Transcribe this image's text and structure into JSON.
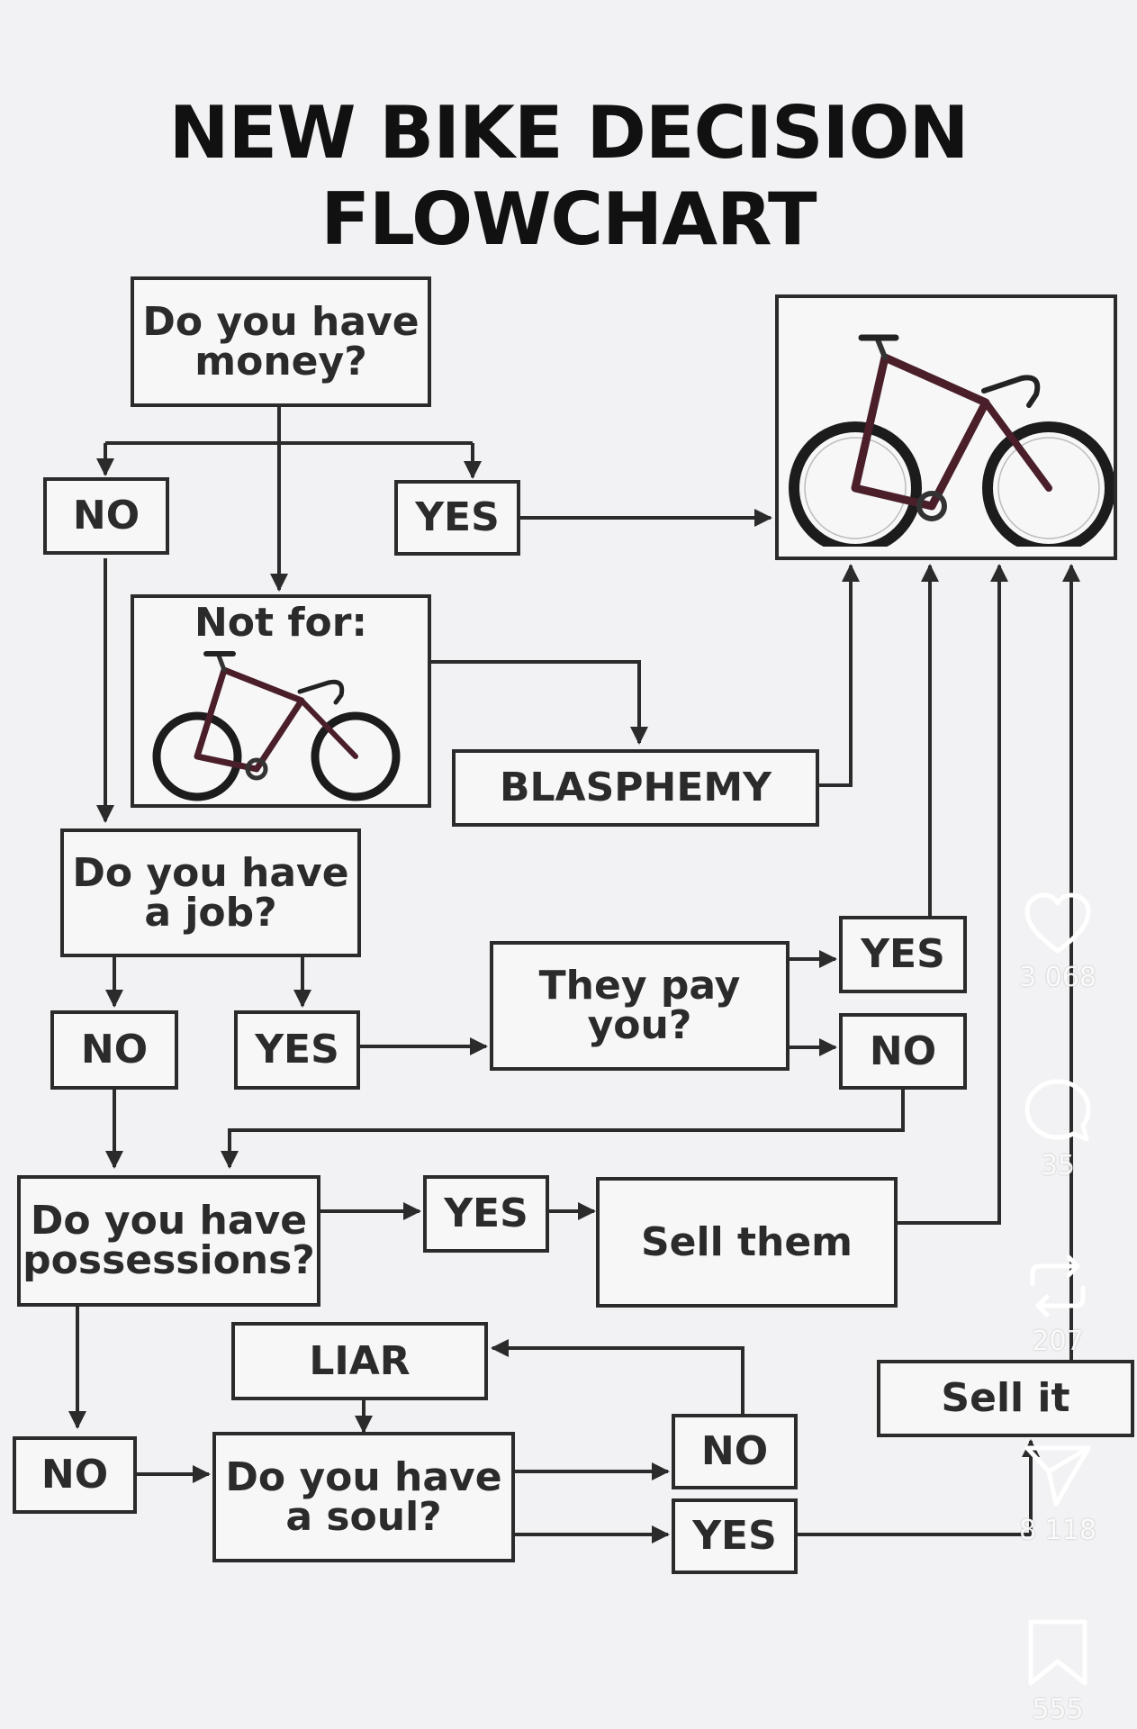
{
  "title": {
    "line1": "NEW BIKE DECISION",
    "line2": "FLOWCHART"
  },
  "nodes": {
    "money": {
      "line1": "Do you have",
      "line2": "money?"
    },
    "no1": "NO",
    "yes1": "YES",
    "not_for": "Not for:",
    "blasphemy": "BLASPHEMY",
    "job": {
      "line1": "Do you have",
      "line2": "a job?"
    },
    "no2": "NO",
    "yes2": "YES",
    "they_pay": {
      "line1": "They pay",
      "line2": "you?"
    },
    "yes3": "YES",
    "no3": "NO",
    "possessions": {
      "line1": "Do you have",
      "line2": "possessions?"
    },
    "yes4": "YES",
    "sell_them": "Sell them",
    "liar": "LIAR",
    "sell_it": "Sell it",
    "no4": "NO",
    "soul": {
      "line1": "Do you have",
      "line2": "a soul?"
    },
    "no5": "NO",
    "yes5": "YES"
  },
  "overlay": {
    "like_count": "3 068",
    "comment_count": "35",
    "repost_count": "207",
    "share_count": "8 118",
    "save_count": "555"
  },
  "icons": {
    "bike": "road-bike-icon",
    "like": "heart-icon",
    "comment": "comment-icon",
    "repost": "repost-icon",
    "share": "send-icon",
    "save": "bookmark-icon"
  }
}
